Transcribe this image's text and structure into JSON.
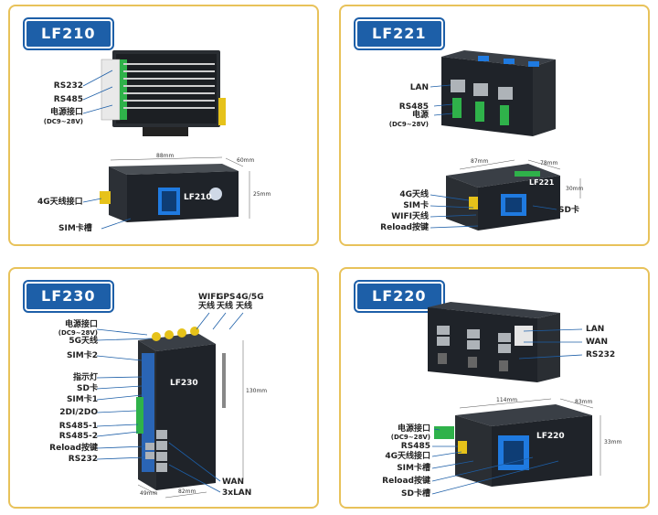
{
  "panels": {
    "lf210": {
      "title": "LF210",
      "labels": {
        "rs232": "RS232",
        "rs485": "RS485",
        "power": "电源接口",
        "power_range": "(DC9~28V)",
        "antenna": "4G天线接口",
        "sim": "SIM卡槽"
      },
      "dims": {
        "width": "88mm",
        "depth": "60mm",
        "height": "25mm"
      },
      "device_text": "LF210"
    },
    "lf221": {
      "title": "LF221",
      "labels": {
        "lan": "LAN",
        "rs485": "RS485",
        "power": "电源",
        "power_range": "(DC9~28V)",
        "antenna_4g": "4G天线",
        "sim": "SIM卡",
        "wifi": "WIFI天线",
        "reload": "Reload按键",
        "sd": "SD卡"
      },
      "dims": {
        "width": "87mm",
        "depth": "78mm",
        "height": "30mm"
      },
      "device_text": "LF221"
    },
    "lf230": {
      "title": "LF230",
      "labels": {
        "power": "电源接口",
        "power_range": "(DC9~28V)",
        "antenna_5g": "5G天线",
        "sim2": "SIM卡2",
        "indicator": "指示灯",
        "sd": "SD卡",
        "sim1": "SIM卡1",
        "dio": "2DI/2DO",
        "rs485_1": "RS485-1",
        "rs485_2": "RS485-2",
        "reload": "Reload按键",
        "rs232": "RS232",
        "wifi": "WIFI",
        "wifi2": "天线",
        "gps": "GPS",
        "gps2": "天线",
        "g45": "4G/5G",
        "g45_2": "天线",
        "wan": "WAN",
        "lan3": "3xLAN"
      },
      "dims": {
        "height": "130mm",
        "depth": "82mm",
        "width": "49mm"
      },
      "device_text": "LF230"
    },
    "lf220": {
      "title": "LF220",
      "labels": {
        "lan": "LAN",
        "wan": "WAN",
        "rs232": "RS232",
        "power": "电源接口",
        "power_range": "(DC9~28V)",
        "rs485": "RS485",
        "antenna": "4G天线接口",
        "sim": "SIM卡槽",
        "reload": "Reload按键",
        "sd": "SD卡槽"
      },
      "dims": {
        "width": "114mm",
        "depth": "83mm",
        "height": "33mm"
      },
      "device_text": "LF220"
    }
  },
  "colors": {
    "border": "#e8c25a",
    "tag": "#1d5fa8",
    "device": "#1f2329",
    "accent": "#1f7ae0",
    "terminal": "#2fb24a",
    "antenna": "#e6c21a"
  }
}
